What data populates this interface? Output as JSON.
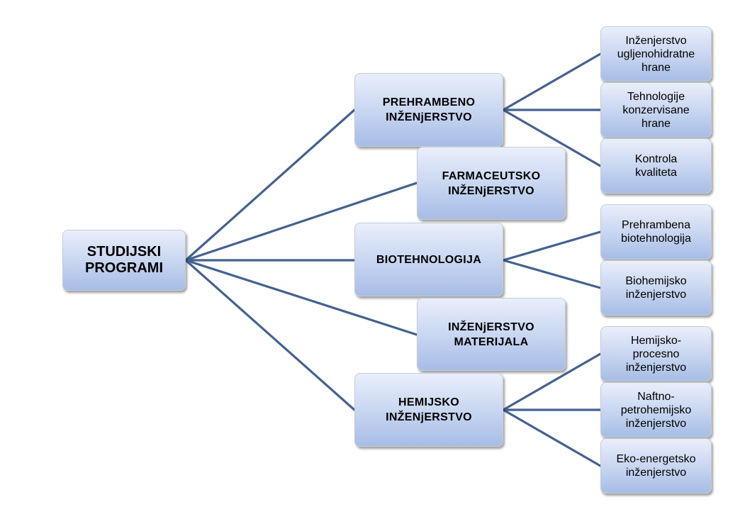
{
  "diagram": {
    "root": {
      "label": "STUDIJSKI\nPROGRAMI"
    },
    "programs": [
      {
        "label": "PREHRAMBENO\nINŽENjERSTVO"
      },
      {
        "label": "FARMACEUTSKO\nINŽENjERSTVO"
      },
      {
        "label": "BIOTEHNOLOGIJA"
      },
      {
        "label": "INŽENjERSTVO\nMATERIJALA"
      },
      {
        "label": "HEMIJSKO\nINŽENjERSTVO"
      }
    ],
    "modules": [
      {
        "label": "Inženjerstvo\nugljenohidratne\nhrane",
        "parent": "PREHRAMBENO INŽENjERSTVO"
      },
      {
        "label": "Tehnologije\nkonzervisane\nhrane",
        "parent": "PREHRAMBENO INŽENjERSTVO"
      },
      {
        "label": "Kontrola\nkvaliteta",
        "parent": "PREHRAMBENO INŽENjERSTVO"
      },
      {
        "label": "Prehrambena\nbiotehnologija",
        "parent": "BIOTEHNOLOGIJA"
      },
      {
        "label": "Biohemijsko\ninženjerstvo",
        "parent": "BIOTEHNOLOGIJA"
      },
      {
        "label": "Hemijsko-\nprocesno\ninženjerstvo",
        "parent": "HEMIJSKO INŽENjERSTVO"
      },
      {
        "label": "Naftno-\npetrohemijsko\ninženjerstvo",
        "parent": "HEMIJSKO INŽENjERSTVO"
      },
      {
        "label": "Eko-energetsko\ninženjerstvo",
        "parent": "HEMIJSKO INŽENjERSTVO"
      }
    ],
    "colors": {
      "connector": "#44618f",
      "box_top": "#e9effb",
      "box_bottom": "#a7bde6",
      "box_border": "#c6cdd6"
    }
  }
}
